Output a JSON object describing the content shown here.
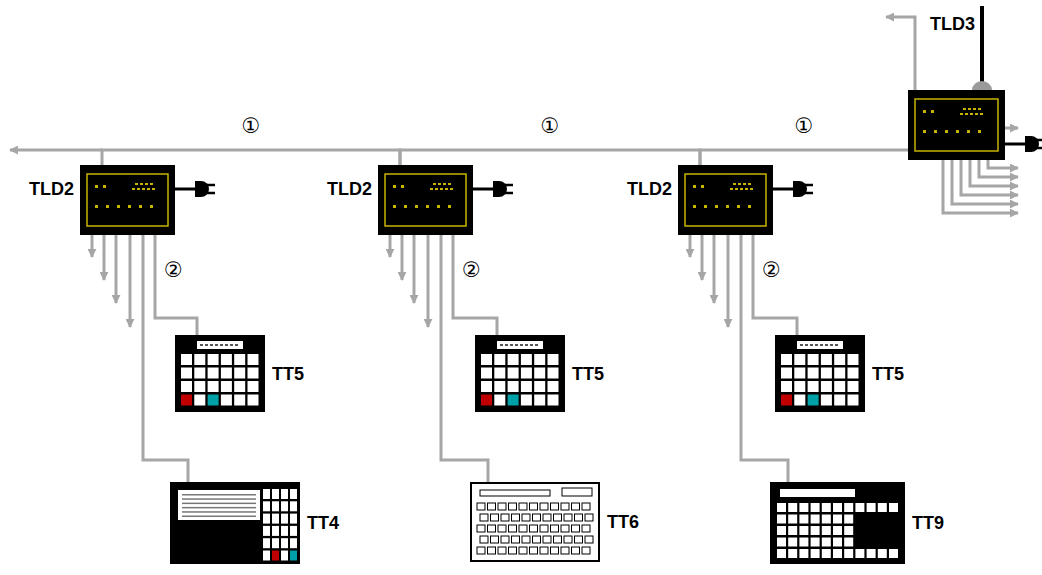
{
  "diagram": {
    "nodes": [
      {
        "text": [
          "TLD3"
        ]
      },
      {
        "text": [
          "TLD2"
        ]
      },
      {
        "text": [
          "TLD2"
        ]
      },
      {
        "text": [
          "TLD2"
        ]
      },
      {
        "text": [
          "TT5"
        ]
      },
      {
        "text": [
          "TT5"
        ]
      },
      {
        "text": [
          "TT5"
        ]
      },
      {
        "text": [
          "TT4"
        ]
      },
      {
        "text": [
          "TT6"
        ]
      },
      {
        "text": [
          "TT9"
        ]
      }
    ],
    "edges": [
      {
        "from": 1,
        "to": 2,
        "arrow": "none",
        "label": "①"
      },
      {
        "from": 2,
        "to": 3,
        "arrow": "none",
        "label": "①"
      },
      {
        "from": 3,
        "to": 0,
        "arrow": "none",
        "label": "①"
      },
      {
        "from": 1,
        "to": 4,
        "arrow": "none",
        "label": "②"
      },
      {
        "from": 2,
        "to": 5,
        "arrow": "none",
        "label": "②"
      },
      {
        "from": 3,
        "to": 6,
        "arrow": "none",
        "label": "②"
      },
      {
        "from": 1,
        "to": 7,
        "arrow": "none"
      },
      {
        "from": 2,
        "to": 8,
        "arrow": "none"
      },
      {
        "from": 3,
        "to": 9,
        "arrow": "none"
      }
    ]
  }
}
